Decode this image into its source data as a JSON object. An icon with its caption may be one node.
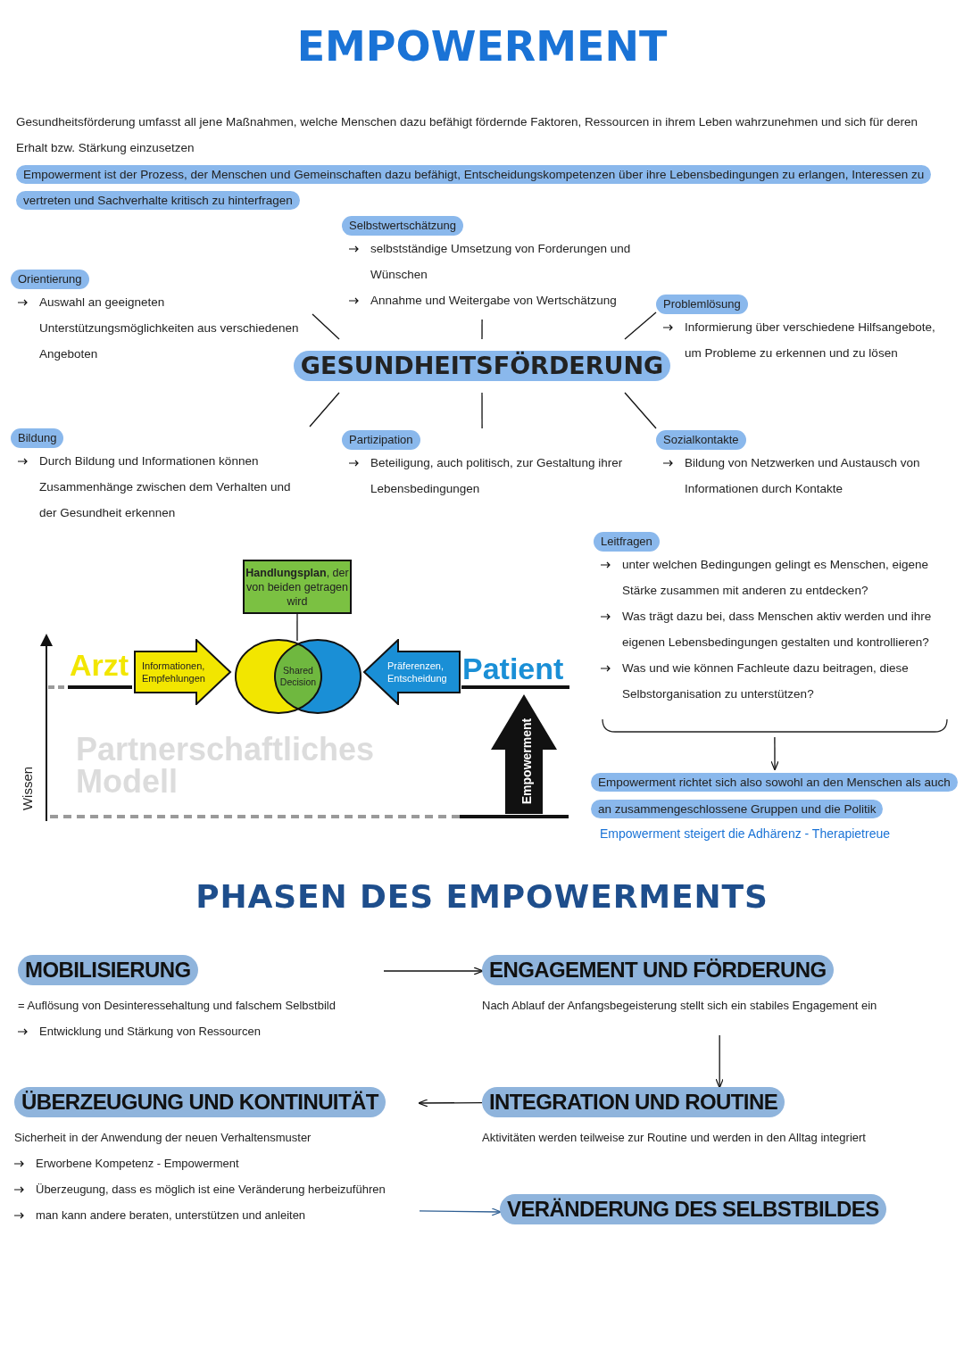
{
  "diagram": {
    "title": "EMPOWERMENT",
    "nodes": [
      {
        "text": [
          "GESUNDHEITSFÖRDERUNG"
        ]
      },
      {
        "text": [
          "Selbstwertschätzung",
          "selbstständige Umsetzung von Forderungen und Wünschen",
          "Annahme und Weitergabe von Wertschätzung"
        ]
      },
      {
        "text": [
          "Orientierung",
          "Auswahl an geeigneten Unterstützungsmöglichkeiten aus verschiedenen Angeboten"
        ]
      },
      {
        "text": [
          "Problemlösung",
          "Informierung über verschiedene Hilfsangebote, um Probleme zu erkennen und zu lösen"
        ]
      },
      {
        "text": [
          "Bildung",
          "Durch Bildung und Informationen können Zusammenhänge zwischen dem Verhalten und der Gesundheit erkennen"
        ]
      },
      {
        "text": [
          "Partizipation",
          "Beteiligung, auch politisch, zur Gestaltung ihrer Lebensbedingungen"
        ]
      },
      {
        "text": [
          "Sozialkontakte",
          "Bildung von Netzwerken und Austausch von Informationen durch Kontakte"
        ]
      },
      {
        "text": [
          "Leitfragen",
          "unter welchen Bedingungen gelingt es Menschen, eigene Stärke zusammen mit anderen zu entdecken?",
          "Was trägt dazu bei, dass Menschen aktiv werden und ihre eigenen Lebensbedingungen gestalten und kontrollieren?",
          "Was und wie können Fachleute dazu beitragen, diese Selbstorganisation zu unterstützen?"
        ]
      },
      {
        "text": [
          "Empowerment richtet sich also sowohl an den Menschen als auch an zusammengeschlossene Gruppen und die Politik"
        ]
      },
      {
        "text": [
          "**Handlungsplan**, der von beiden getragen wird"
        ]
      },
      {
        "text": [
          "Shared Decision"
        ]
      },
      {
        "text": [
          "Informationen, Empfehlungen"
        ]
      },
      {
        "text": [
          "Präferenzen, Entscheidung"
        ]
      },
      {
        "text": [
          "MOBILISIERUNG",
          "= Auflösung von Desinteressehaltung und falschem Selbstbild",
          "Entwicklung und Stärkung von Ressourcen"
        ]
      },
      {
        "text": [
          "ENGAGEMENT UND FÖRDERUNG",
          "Nach Ablauf der Anfangsbegeisterung stellt sich ein stabiles Engagement ein"
        ]
      },
      {
        "text": [
          "INTEGRATION UND ROUTINE",
          "Aktivitäten werden teilweise zur Routine und werden in den Alltag integriert"
        ]
      },
      {
        "text": [
          "ÜBERZEUGUNG UND KONTINUITÄT",
          "Sicherheit in der Anwendung der neuen Verhaltensmuster",
          "Erworbene Kompetenz - Empowerment",
          "Überzeugung, dass es möglich ist eine Veränderung herbeizuführen",
          "man kann andere beraten, unterstützen und anleiten"
        ]
      },
      {
        "text": [
          "VERÄNDERUNG DES SELBSTBILDES"
        ]
      }
    ],
    "edges": [
      {
        "from": 0,
        "to": 1,
        "arrow": "none"
      },
      {
        "from": 0,
        "to": 2,
        "arrow": "none"
      },
      {
        "from": 0,
        "to": 3,
        "arrow": "none"
      },
      {
        "from": 0,
        "to": 4,
        "arrow": "none"
      },
      {
        "from": 0,
        "to": 5,
        "arrow": "none"
      },
      {
        "from": 0,
        "to": 6,
        "arrow": "none"
      },
      {
        "from": 7,
        "to": 8,
        "arrow": "to"
      },
      {
        "from": 9,
        "to": 10,
        "arrow": "none"
      },
      {
        "from": 13,
        "to": 14,
        "arrow": "to"
      },
      {
        "from": 14,
        "to": 15,
        "arrow": "to"
      },
      {
        "from": 15,
        "to": 16,
        "arrow": "to"
      },
      {
        "from": 16,
        "to": 17,
        "arrow": "to",
        "color": "#2f5f93"
      }
    ],
    "labels": [
      "Gesundheitsförderung umfasst all jene Maßnahmen, welche Menschen dazu befähigt fördernde Faktoren, Ressourcen in ihrem Leben wahrzunehmen und sich für deren Erhalt bzw. Stärkung einzusetzen",
      "Empowerment ist der Prozess, der Menschen und Gemeinschaften dazu befähigt, Entscheidungskompetenzen über ihre Lebensbedingungen zu erlangen, Interessen zu vertreten und Sachverhalte kritisch zu hinterfragen",
      "Arzt",
      "Patient",
      "Partnerschaftliches Modell",
      "Wissen",
      "Empowerment",
      "Empowerment steigert die Adhärenz - Therapietreue",
      "PHASEN DES EMPOWERMENTS"
    ]
  }
}
